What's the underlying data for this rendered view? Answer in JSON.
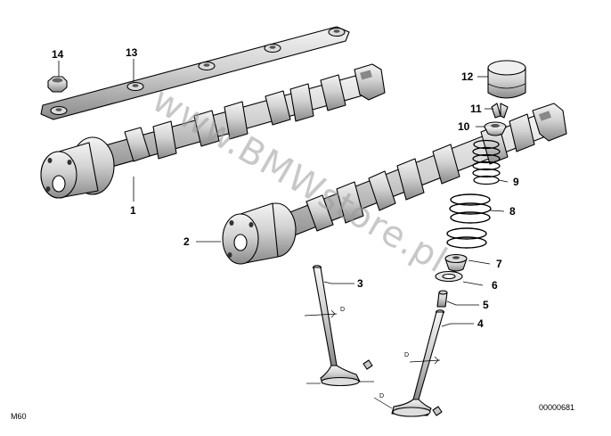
{
  "callouts": {
    "c1": "1",
    "c2": "2",
    "c3": "3",
    "c4": "4",
    "c5": "5",
    "c6": "6",
    "c7": "7",
    "c8": "8",
    "c9": "9",
    "c10": "10",
    "c11": "11",
    "c12": "12",
    "c13": "13",
    "c14": "14"
  },
  "dimension_label": "D",
  "footer": {
    "left": "M60",
    "right": "00000681"
  },
  "watermark": "www.BMWstore.pl",
  "colors": {
    "ink": "#000000",
    "paper": "#ffffff",
    "watermark": "#9a9a9a",
    "shade": "#c8c8c8"
  }
}
